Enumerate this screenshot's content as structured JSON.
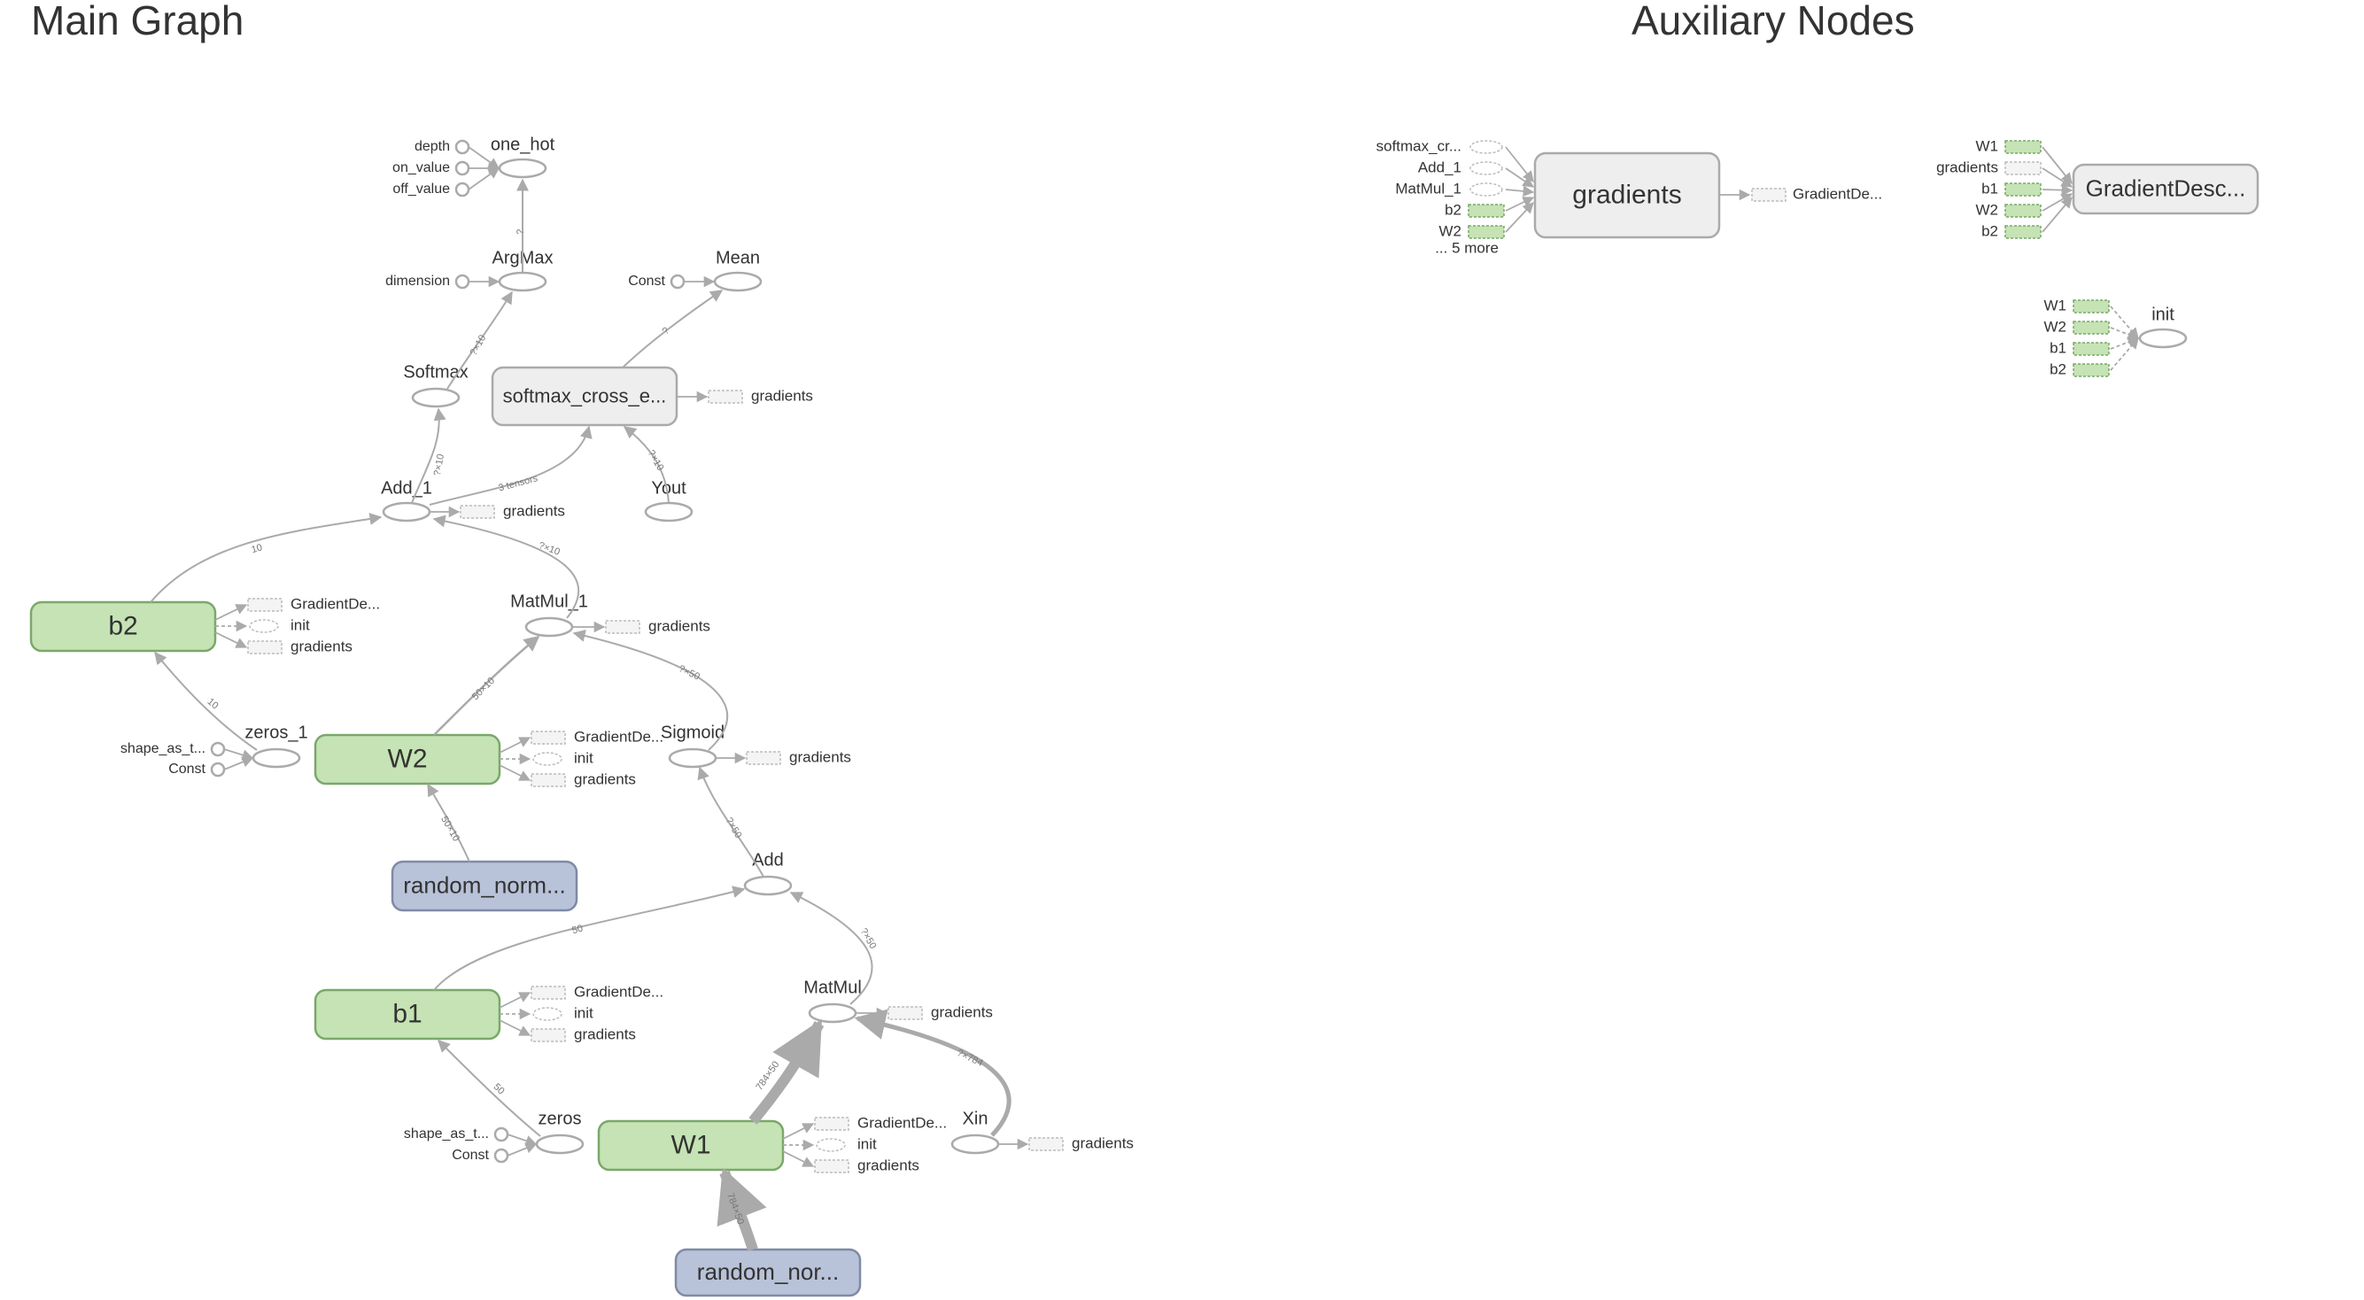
{
  "main_title": "Main Graph",
  "aux_title": "Auxiliary Nodes",
  "colors": {
    "edge": "#aaaaaa",
    "node_stroke": "#aaaaaa",
    "label": "#333333",
    "variable_fill": "#c5e3b4",
    "variable_stroke": "#7aa86a",
    "random_fill": "#b8c2d8",
    "random_stroke": "#7f8aa6",
    "group_fill": "#eeeeee",
    "group_stroke": "#aaaaaa",
    "ghost_fill": "#f4f4f4",
    "ghost_green": "#c5e3b4"
  },
  "nodes": {
    "one_hot": "one_hot",
    "depth": "depth",
    "on_value": "on_value",
    "off_value": "off_value",
    "argmax": "ArgMax",
    "dimension": "dimension",
    "mean": "Mean",
    "mean_const": "Const",
    "softmax": "Softmax",
    "softmax_cross": "softmax_cross_e...",
    "softmax_cross_gradients": "gradients",
    "add_1": "Add_1",
    "add_1_gradients": "gradients",
    "yout": "Yout",
    "b2": "b2",
    "b2_gd": "GradientDe...",
    "b2_init": "init",
    "b2_gradients": "gradients",
    "matmul_1": "MatMul_1",
    "matmul_1_gradients": "gradients",
    "zeros_1": "zeros_1",
    "zeros_1_shape": "shape_as_t...",
    "zeros_1_const": "Const",
    "w2": "W2",
    "w2_gd": "GradientDe...",
    "w2_init": "init",
    "w2_gradients": "gradients",
    "sigmoid": "Sigmoid",
    "sigmoid_gradients": "gradients",
    "random_norm_2": "random_norm...",
    "add": "Add",
    "b1": "b1",
    "b1_gd": "GradientDe...",
    "b1_init": "init",
    "b1_gradients": "gradients",
    "matmul": "MatMul",
    "matmul_gradients": "gradients",
    "zeros": "zeros",
    "zeros_shape": "shape_as_t...",
    "zeros_const": "Const",
    "w1": "W1",
    "w1_gd": "GradientDe...",
    "w1_init": "init",
    "w1_gradients": "gradients",
    "xin": "Xin",
    "xin_gradients": "gradients",
    "random_nor_1": "random_nor..."
  },
  "aux": {
    "gradients": "gradients",
    "gradients_inputs": [
      "softmax_cr...",
      "Add_1",
      "MatMul_1",
      "b2",
      "W2",
      "... 5 more"
    ],
    "gradients_output": "GradientDe...",
    "gradient_desc": "GradientDesc...",
    "gd_inputs": [
      "W1",
      "gradients",
      "b1",
      "W2",
      "b2"
    ],
    "init": "init",
    "init_inputs": [
      "W1",
      "W2",
      "b1",
      "b2"
    ]
  },
  "edge_labels": {
    "argmax_onehot": "?",
    "softmax_argmax": "?×10",
    "add1_softmax": "?×10",
    "softmax_mean": "?",
    "add1_softmax_cross": "3 tensors",
    "yout_softmax_cross": "?×10",
    "b2_add1": "10",
    "matmul1_add1": "?×10",
    "zeros1_b2": "10",
    "w2_matmul1": "50×10",
    "sigmoid_matmul1": "?×50",
    "random_w2": "50×10",
    "add_sigmoid": "?×50",
    "b1_add": "50",
    "matmul_add": "?×50",
    "zeros_b1": "50",
    "w1_matmul": "784×50",
    "xin_matmul": "?×784",
    "random_w1": "784×50"
  }
}
